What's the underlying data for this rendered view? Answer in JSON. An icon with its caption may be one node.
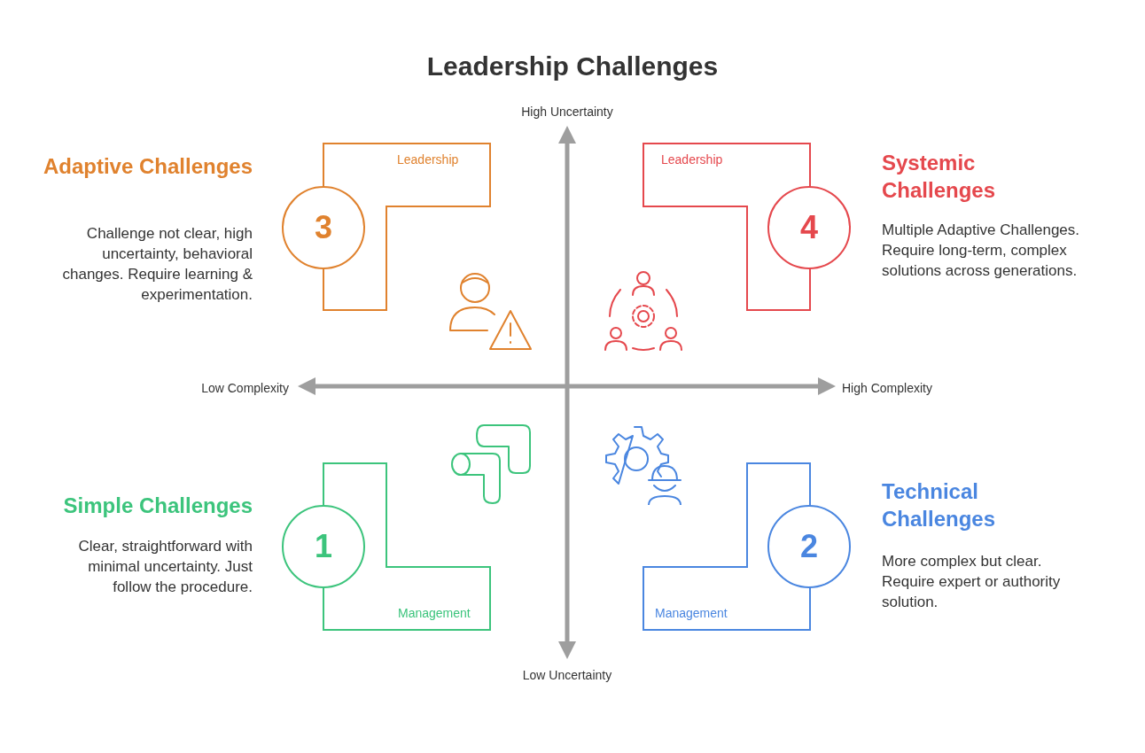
{
  "diagram": {
    "title": "Leadership Challenges",
    "nodes": [
      {
        "text": [
          "Leadership"
        ]
      },
      {
        "text": [
          "3"
        ],
        "beside": [
          "Adaptive Challenges",
          "Challenge not clear, high uncertainty, behavioral changes. Require learning & experimentation."
        ]
      },
      {
        "text": [
          "Leadership"
        ]
      },
      {
        "text": [
          "4"
        ],
        "beside": [
          "Systemic Challenges",
          "Multiple Adaptive Challenges. Require long-term, complex solutions across generations."
        ]
      },
      {
        "text": [
          "Management"
        ]
      },
      {
        "text": [
          "1"
        ],
        "beside": [
          "Simple Challenges",
          "Clear, straightforward with minimal uncertainty. Just follow the procedure."
        ]
      },
      {
        "text": [
          "Management"
        ]
      },
      {
        "text": [
          "2"
        ],
        "beside": [
          "Technical Challenges",
          "More complex but clear. Require expert or authority solution."
        ]
      }
    ],
    "edges": [],
    "labels": [
      "High Uncertainty",
      "Low Complexity",
      "High Complexity",
      "Low Uncertainty"
    ]
  }
}
